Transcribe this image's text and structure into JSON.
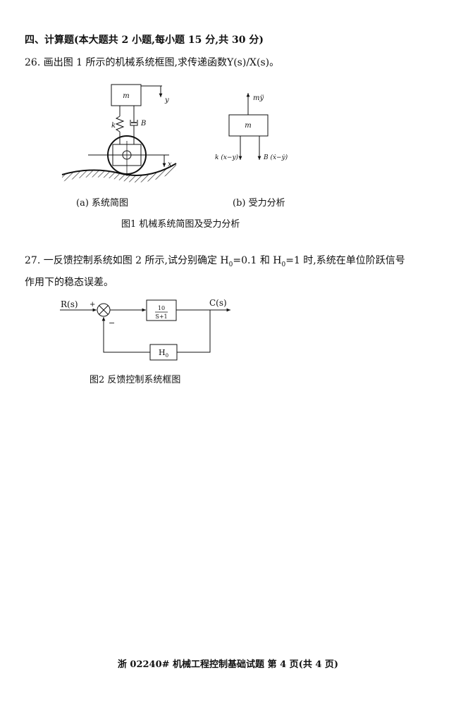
{
  "section_header": "四、计算题(本大题共 2 小题,每小题 15 分,共 30 分)",
  "q26": {
    "text": "26. 画出图 1 所示的机械系统框图,求传递函数Y(s)/X(s)。",
    "fig_a": {
      "mass_label": "m",
      "y_label": "y",
      "k_label": "k",
      "B_label": "B",
      "x_label": "x",
      "caption": "(a) 系统简图"
    },
    "fig_b": {
      "my_label": "mÿ",
      "mass_label": "m",
      "spring_force_label": "k (x−y)",
      "damper_force_label": "B (ẋ−ẏ)",
      "caption": "(b) 受力分析"
    },
    "figure_caption": "图1 机械系统简图及受力分析"
  },
  "q27": {
    "line1_a": "27. 一反馈控制系统如图 2 所示,试分别确定 H",
    "line1_b": "=0.1 和 H",
    "line1_c": "=1 时,系统在单位阶跃信号",
    "subscript": "0",
    "line2": "作用下的稳态误差。",
    "diagram": {
      "input_label": "R(s)",
      "output_label": "C(s)",
      "plus_sign": "+",
      "minus_sign": "−",
      "tf_numerator": "10",
      "tf_denominator": "S+1",
      "feedback_label": "H",
      "feedback_sub": "0"
    },
    "figure_caption": "图2 反馈控制系统框图"
  },
  "footer": "浙 02240# 机械工程控制基础试题 第 4 页(共 4 页)"
}
